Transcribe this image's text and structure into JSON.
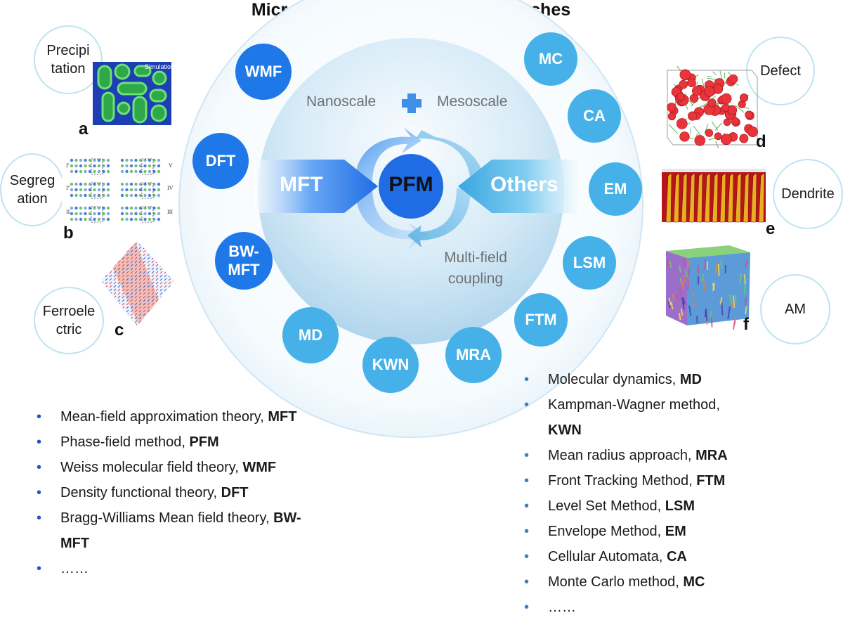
{
  "title": "Microstructure simulation approaches",
  "center": {
    "core": "PFM",
    "left_arrow": "MFT",
    "right_arrow": "Others",
    "nanoscale": "Nanoscale",
    "mesoscale": "Mesoscale",
    "coupling_line1": "Multi-field",
    "coupling_line2": "coupling"
  },
  "left_nodes": [
    {
      "line1": "WMF",
      "line2": ""
    },
    {
      "line1": "DFT",
      "line2": ""
    },
    {
      "line1": "BW-",
      "line2": "MFT"
    }
  ],
  "right_nodes": [
    "MC",
    "CA",
    "EM",
    "LSM",
    "FTM",
    "MRA",
    "KWN",
    "MD"
  ],
  "applications_left": [
    {
      "line1": "Precipi",
      "line2": "tation",
      "panel": "a",
      "thumb_text": "Simulation"
    },
    {
      "line1": "Segreg",
      "line2": "ation",
      "panel": "b",
      "thumb_labels": [
        "I'",
        "V",
        "I''",
        "IV",
        "II",
        "III"
      ]
    },
    {
      "line1": "Ferroele",
      "line2": "ctric",
      "panel": "c"
    }
  ],
  "applications_right": [
    {
      "line1": "Defect",
      "line2": "",
      "panel": "d"
    },
    {
      "line1": "Dendrite",
      "line2": "",
      "panel": "e"
    },
    {
      "line1": "AM",
      "line2": "",
      "panel": "f"
    }
  ],
  "list_left": [
    {
      "text": "Mean-field approximation theory, ",
      "abbr": "MFT",
      "cont": ""
    },
    {
      "text": "Phase-field method, ",
      "abbr": "PFM",
      "cont": ""
    },
    {
      "text": "Weiss molecular field theory, ",
      "abbr": "WMF",
      "cont": ""
    },
    {
      "text": "Density functional theory, ",
      "abbr": "DFT",
      "cont": ""
    },
    {
      "text": "Bragg-Williams Mean field theory, ",
      "abbr": "BW-",
      "cont": "MFT"
    },
    {
      "text": "……",
      "abbr": "",
      "cont": ""
    }
  ],
  "list_right": [
    {
      "text": "Molecular dynamics, ",
      "abbr": "MD",
      "cont_text": "",
      "cont": ""
    },
    {
      "text": "Kampman-Wagner method,",
      "abbr": "",
      "cont_text": "",
      "cont": "KWN"
    },
    {
      "text": "Mean radius approach, ",
      "abbr": "MRA",
      "cont_text": "",
      "cont": ""
    },
    {
      "text": "Front Tracking Method, ",
      "abbr": "FTM",
      "cont_text": "",
      "cont": ""
    },
    {
      "text": "Level Set Method, ",
      "abbr": "LSM",
      "cont_text": "",
      "cont": ""
    },
    {
      "text": "Envelope Method, ",
      "abbr": "EM",
      "cont_text": "",
      "cont": ""
    },
    {
      "text": "Cellular Automata, ",
      "abbr": "CA",
      "cont_text": "",
      "cont": ""
    },
    {
      "text": "Monte Carlo method, ",
      "abbr": "MC",
      "cont_text": "",
      "cont": ""
    },
    {
      "text": "……",
      "abbr": "",
      "cont_text": "",
      "cont": ""
    }
  ],
  "colors": {
    "dark_blue": "#1f78e8",
    "light_blue": "#45b1e8",
    "ring_outline": "#d0e6f3",
    "app_circle_border": "#bfe3f1"
  },
  "icons": [
    "plus-icon",
    "cycle-arrow-icon"
  ]
}
